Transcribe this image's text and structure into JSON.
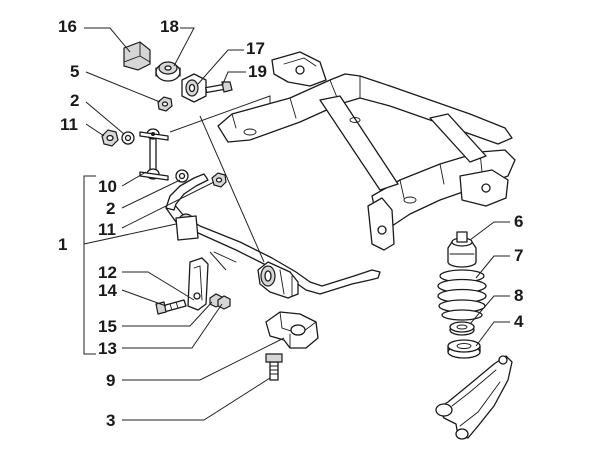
{
  "callouts": {
    "c16": "16",
    "c18": "18",
    "c17": "17",
    "c5": "5",
    "c19": "19",
    "c2a": "2",
    "c11a": "11",
    "c10": "10",
    "c2b": "2",
    "c11b": "11",
    "c1": "1",
    "c12": "12",
    "c14": "14",
    "c15": "15",
    "c13": "13",
    "c9": "9",
    "c3": "3",
    "c6": "6",
    "c7": "7",
    "c8": "8",
    "c4": "4"
  },
  "colors": {
    "ink": "#1a1a1a",
    "paper": "#ffffff",
    "shade": "#d6d6d6"
  }
}
